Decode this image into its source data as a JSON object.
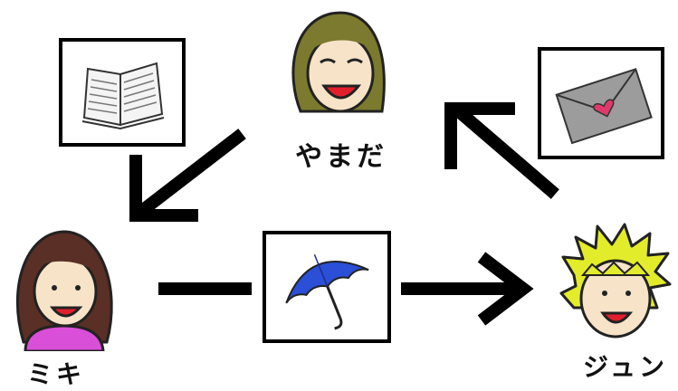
{
  "people": [
    {
      "id": "yamada",
      "name": "やまだ"
    },
    {
      "id": "miki",
      "name": "ミキ"
    },
    {
      "id": "jun",
      "name": "ジュン"
    }
  ],
  "items": [
    {
      "id": "book",
      "icon": "book-icon"
    },
    {
      "id": "letter",
      "icon": "letter-icon"
    },
    {
      "id": "umbrella",
      "icon": "umbrella-icon"
    }
  ],
  "arrows": [
    {
      "from": "yamada",
      "to": "miki",
      "item": "book"
    },
    {
      "from": "jun",
      "to": "yamada",
      "item": "letter"
    },
    {
      "from": "miki",
      "to": "jun",
      "item": "umbrella"
    }
  ],
  "colors": {
    "yamada_hair": "#7b7a2e",
    "skin": "#f6e3c8",
    "miki_hair": "#5a2f25",
    "miki_shirt": "#d94fd8",
    "jun_hair": "#e3ec2a",
    "letter": "#9c9c9c",
    "heart": "#e03a6c",
    "umbrella": "#2b4fd6"
  }
}
